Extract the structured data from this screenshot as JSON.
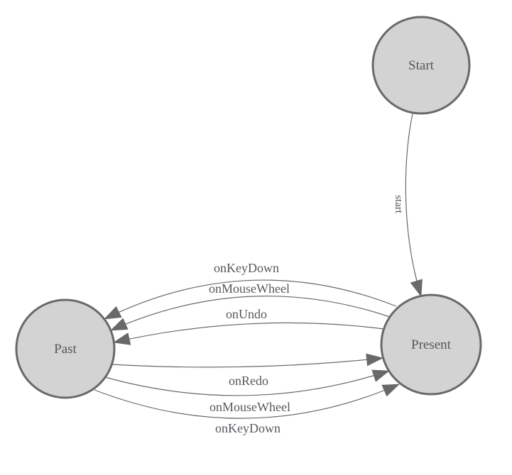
{
  "diagram": {
    "type": "state-machine",
    "background_color": "#ffffff",
    "colors": {
      "node_fill": "#d3d3d3",
      "node_border": "#696969",
      "edge_line": "#696969",
      "arrowhead": "#696969",
      "label_text": "#55585c"
    },
    "nodes": [
      {
        "id": "start",
        "label": "Start"
      },
      {
        "id": "past",
        "label": "Past"
      },
      {
        "id": "present",
        "label": "Present"
      }
    ],
    "edges": [
      {
        "from": "start",
        "to": "present",
        "label": "start"
      },
      {
        "from": "present",
        "to": "past",
        "label": "onKeyDown"
      },
      {
        "from": "present",
        "to": "past",
        "label": "onMouseWheel"
      },
      {
        "from": "present",
        "to": "past",
        "label": "onUndo"
      },
      {
        "from": "past",
        "to": "present",
        "label": "onRedo"
      },
      {
        "from": "past",
        "to": "present",
        "label": "onMouseWheel"
      },
      {
        "from": "past",
        "to": "present",
        "label": "onKeyDown"
      }
    ]
  }
}
